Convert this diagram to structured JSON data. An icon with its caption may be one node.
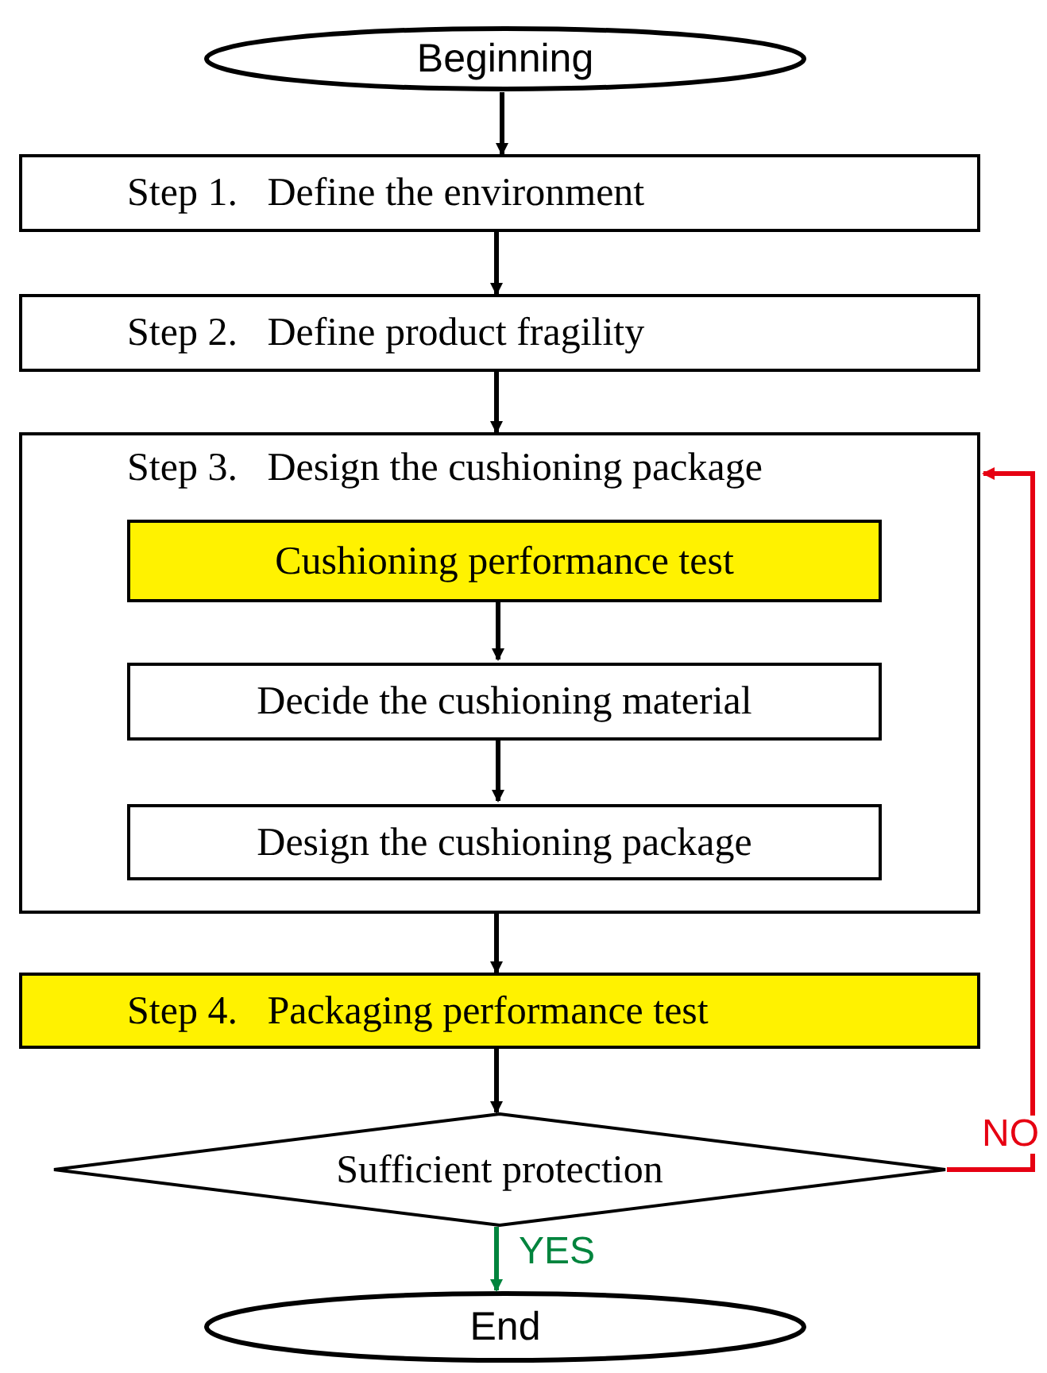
{
  "diagram": {
    "nodes": [
      {
        "text": [
          "Beginning"
        ]
      },
      {
        "text": [
          "Step 1.   Define the environment"
        ]
      },
      {
        "text": [
          "Step 2.   Define product fragility"
        ]
      },
      {
        "text": [
          "Step 3.   Design the cushioning package"
        ]
      },
      {
        "text": [
          "Cushioning performance test"
        ],
        "in": 3
      },
      {
        "text": [
          "Decide the cushioning material"
        ],
        "in": 3
      },
      {
        "text": [
          "Design the cushioning package"
        ],
        "in": 3
      },
      {
        "text": [
          "Step 4.   Packaging performance test"
        ]
      },
      {
        "text": [
          "Sufficient protection"
        ]
      },
      {
        "text": [
          "End"
        ]
      }
    ],
    "edges": [
      {
        "from": 0,
        "to": 1,
        "arrow": "to"
      },
      {
        "from": 1,
        "to": 2,
        "arrow": "to"
      },
      {
        "from": 2,
        "to": 3,
        "arrow": "to"
      },
      {
        "from": 4,
        "to": 5,
        "arrow": "to"
      },
      {
        "from": 5,
        "to": 6,
        "arrow": "to"
      },
      {
        "from": 3,
        "to": 7,
        "arrow": "to"
      },
      {
        "from": 7,
        "to": 8,
        "arrow": "to"
      },
      {
        "from": 8,
        "to": 9,
        "arrow": "to",
        "label": "YES",
        "color": "#00843d"
      },
      {
        "from": 8,
        "to": 3,
        "arrow": "to",
        "label": "NO",
        "color": "#e60012"
      }
    ]
  }
}
